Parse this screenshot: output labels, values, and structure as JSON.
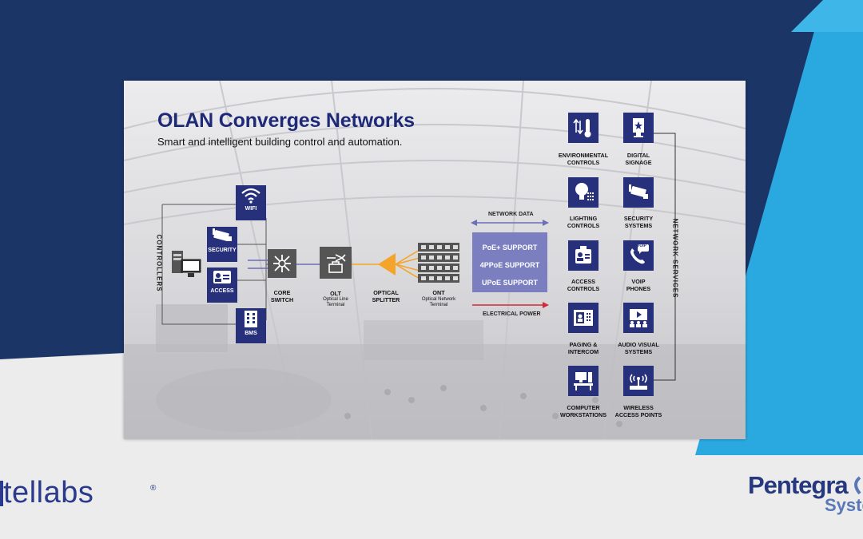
{
  "colors": {
    "navy": "#1b3567",
    "sky": "#2aa9e0",
    "tile": "#27307a",
    "accent_orange": "#f4a428",
    "accent_red": "#d22a3a",
    "poe_box": "#7b7fc0"
  },
  "diagram": {
    "title": "OLAN Converges Networks",
    "subtitle": "Smart and intelligent building control and automation.",
    "controllers_label": "CONTROLLERS",
    "network_services_label": "NETWORK SERVICES",
    "left_tiles": [
      {
        "label": "WIFI",
        "icon": "wifi-icon"
      },
      {
        "label": "SECURITY",
        "icon": "camera-icon"
      },
      {
        "label": "ACCESS",
        "icon": "badge-icon"
      },
      {
        "label": "BMS",
        "icon": "building-icon"
      }
    ],
    "core_switch": {
      "label": "CORE\nSWITCH"
    },
    "olt": {
      "label": "OLT",
      "sublabel": "Optical Line\nTerminal"
    },
    "splitter": {
      "label": "OPTICAL\nSPLITTER"
    },
    "ont": {
      "label": "ONT",
      "sublabel": "Optical Network\nTerminal"
    },
    "network_data": "NETWORK DATA",
    "electrical_power": "ELECTRICAL POWER",
    "poe": [
      "PoE+ SUPPORT",
      "4PPoE SUPPORT",
      "UPoE SUPPORT"
    ],
    "services": [
      {
        "label": "ENVIRONMENTAL\nCONTROLS",
        "icon": "thermometer-icon"
      },
      {
        "label": "DIGITAL\nSIGNAGE",
        "icon": "signage-icon"
      },
      {
        "label": "LIGHTING\nCONTROLS",
        "icon": "lightbulb-icon"
      },
      {
        "label": "SECURITY\nSYSTEMS",
        "icon": "camera-icon"
      },
      {
        "label": "ACCESS\nCONTROLS",
        "icon": "badge-icon"
      },
      {
        "label": "VOIP\nPHONES",
        "icon": "phone-icon",
        "badge": "VOIP"
      },
      {
        "label": "PAGING &\nINTERCOM",
        "icon": "intercom-icon"
      },
      {
        "label": "AUDIO VISUAL\nSYSTEMS",
        "icon": "audio-visual-icon"
      },
      {
        "label": "COMPUTER\nWORKSTATIONS",
        "icon": "workstation-icon"
      },
      {
        "label": "WIRELESS\nACCESS POINTS",
        "icon": "antenna-icon"
      }
    ]
  },
  "logos": {
    "left": "tellabs",
    "right": "Pentegra",
    "right_sub": "Syste"
  }
}
